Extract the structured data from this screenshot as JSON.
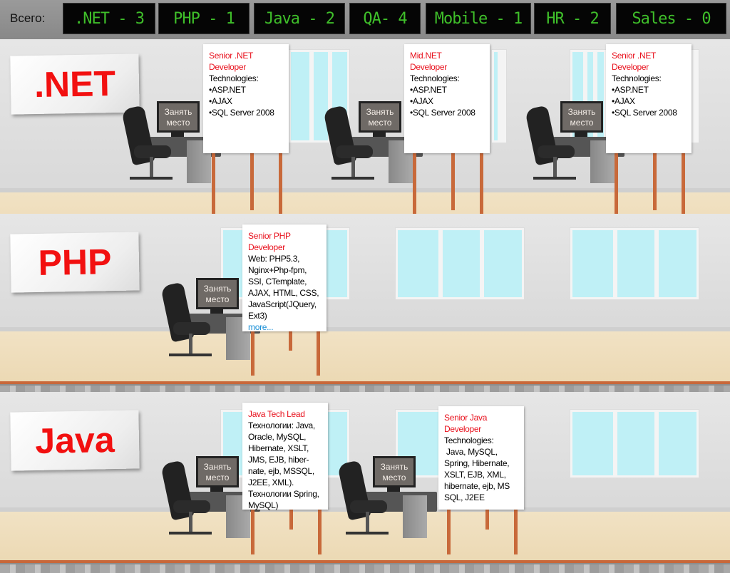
{
  "header": {
    "total_label": "Всего:",
    "counters": [
      ".NET - 3",
      "PHP - 1",
      "Java - 2",
      "QA- 4",
      "Mobile - 1",
      "HR - 2",
      "Sales - 0"
    ]
  },
  "rows": [
    {
      "department": ".NET",
      "desks": [
        {
          "seat_button": [
            "Занять",
            "место"
          ],
          "title": [
            "Senior .NET",
            "Developer"
          ],
          "body": [
            "Technologies:",
            "•ASP.NET",
            "•AJAX",
            "•SQL Server 2008"
          ]
        },
        {
          "seat_button": [
            "Занять",
            "место"
          ],
          "title": [
            "Mid.NET",
            "Developer"
          ],
          "body": [
            "Technologies:",
            "•ASP.NET",
            "•AJAX",
            "•SQL Server 2008"
          ]
        },
        {
          "seat_button": [
            "Занять",
            "место"
          ],
          "title": [
            "Senior .NET",
            "Developer"
          ],
          "body": [
            "Technologies:",
            "•ASP.NET",
            "•AJAX",
            "•SQL Server 2008"
          ]
        }
      ]
    },
    {
      "department": "PHP",
      "desks": [
        {
          "seat_button": [
            "Занять",
            "место"
          ],
          "title": [
            "Senior PHP",
            "Developer"
          ],
          "body": [
            "Web: PHP5.3,",
            "Nginx+Php-fpm,",
            "SSI, CTemplate,",
            "AJAX, HTML, CSS,",
            "JavaScript(JQuery,",
            "Ext3)"
          ],
          "more": "more..."
        }
      ]
    },
    {
      "department": "Java",
      "desks": [
        {
          "seat_button": [
            "Занять",
            "место"
          ],
          "title": [
            "Java Tech Lead"
          ],
          "body": [
            "Технологии: Java,",
            "Oracle, MySQL,",
            "Hibernate, XSLT,",
            "JMS, EJB, hiber-",
            "nate, ejb, MSSQL,",
            "J2EE, XML).",
            "Технологии Spring,",
            "MySQL)"
          ]
        },
        {
          "seat_button": [
            "Занять",
            "место"
          ],
          "title": [
            "Senior Java",
            "Developer"
          ],
          "body": [
            "Technologies:",
            " Java, MySQL,",
            "Spring, Hibernate,",
            "XSLT, EJB, XML,",
            "hibernate, ejb, MS",
            "SQL, J2EE"
          ]
        }
      ]
    }
  ]
}
